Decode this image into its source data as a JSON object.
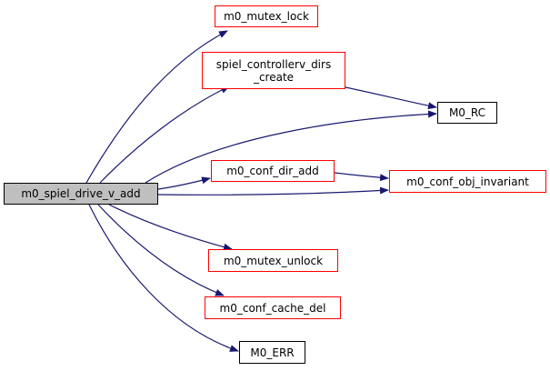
{
  "diagram": {
    "type": "call-graph",
    "edge_color": "#191970",
    "nodes": [
      {
        "id": "root",
        "label": "m0_spiel_drive_v_add",
        "style": "root"
      },
      {
        "id": "mutex_lock",
        "label": "m0_mutex_lock",
        "style": "red"
      },
      {
        "id": "dirs_create",
        "label": "spiel_controllerv_dirs\n_create",
        "style": "red"
      },
      {
        "id": "rc",
        "label": "M0_RC",
        "style": "black"
      },
      {
        "id": "dir_add",
        "label": "m0_conf_dir_add",
        "style": "red"
      },
      {
        "id": "obj_invariant",
        "label": "m0_conf_obj_invariant",
        "style": "red"
      },
      {
        "id": "mutex_unlock",
        "label": "m0_mutex_unlock",
        "style": "red"
      },
      {
        "id": "cache_del",
        "label": "m0_conf_cache_del",
        "style": "red"
      },
      {
        "id": "err",
        "label": "M0_ERR",
        "style": "black"
      }
    ],
    "edges": [
      {
        "from": "root",
        "to": "mutex_lock"
      },
      {
        "from": "root",
        "to": "dirs_create"
      },
      {
        "from": "root",
        "to": "rc"
      },
      {
        "from": "root",
        "to": "dir_add"
      },
      {
        "from": "root",
        "to": "obj_invariant"
      },
      {
        "from": "root",
        "to": "mutex_unlock"
      },
      {
        "from": "root",
        "to": "cache_del"
      },
      {
        "from": "root",
        "to": "err"
      },
      {
        "from": "dirs_create",
        "to": "rc"
      },
      {
        "from": "dir_add",
        "to": "obj_invariant"
      }
    ]
  }
}
